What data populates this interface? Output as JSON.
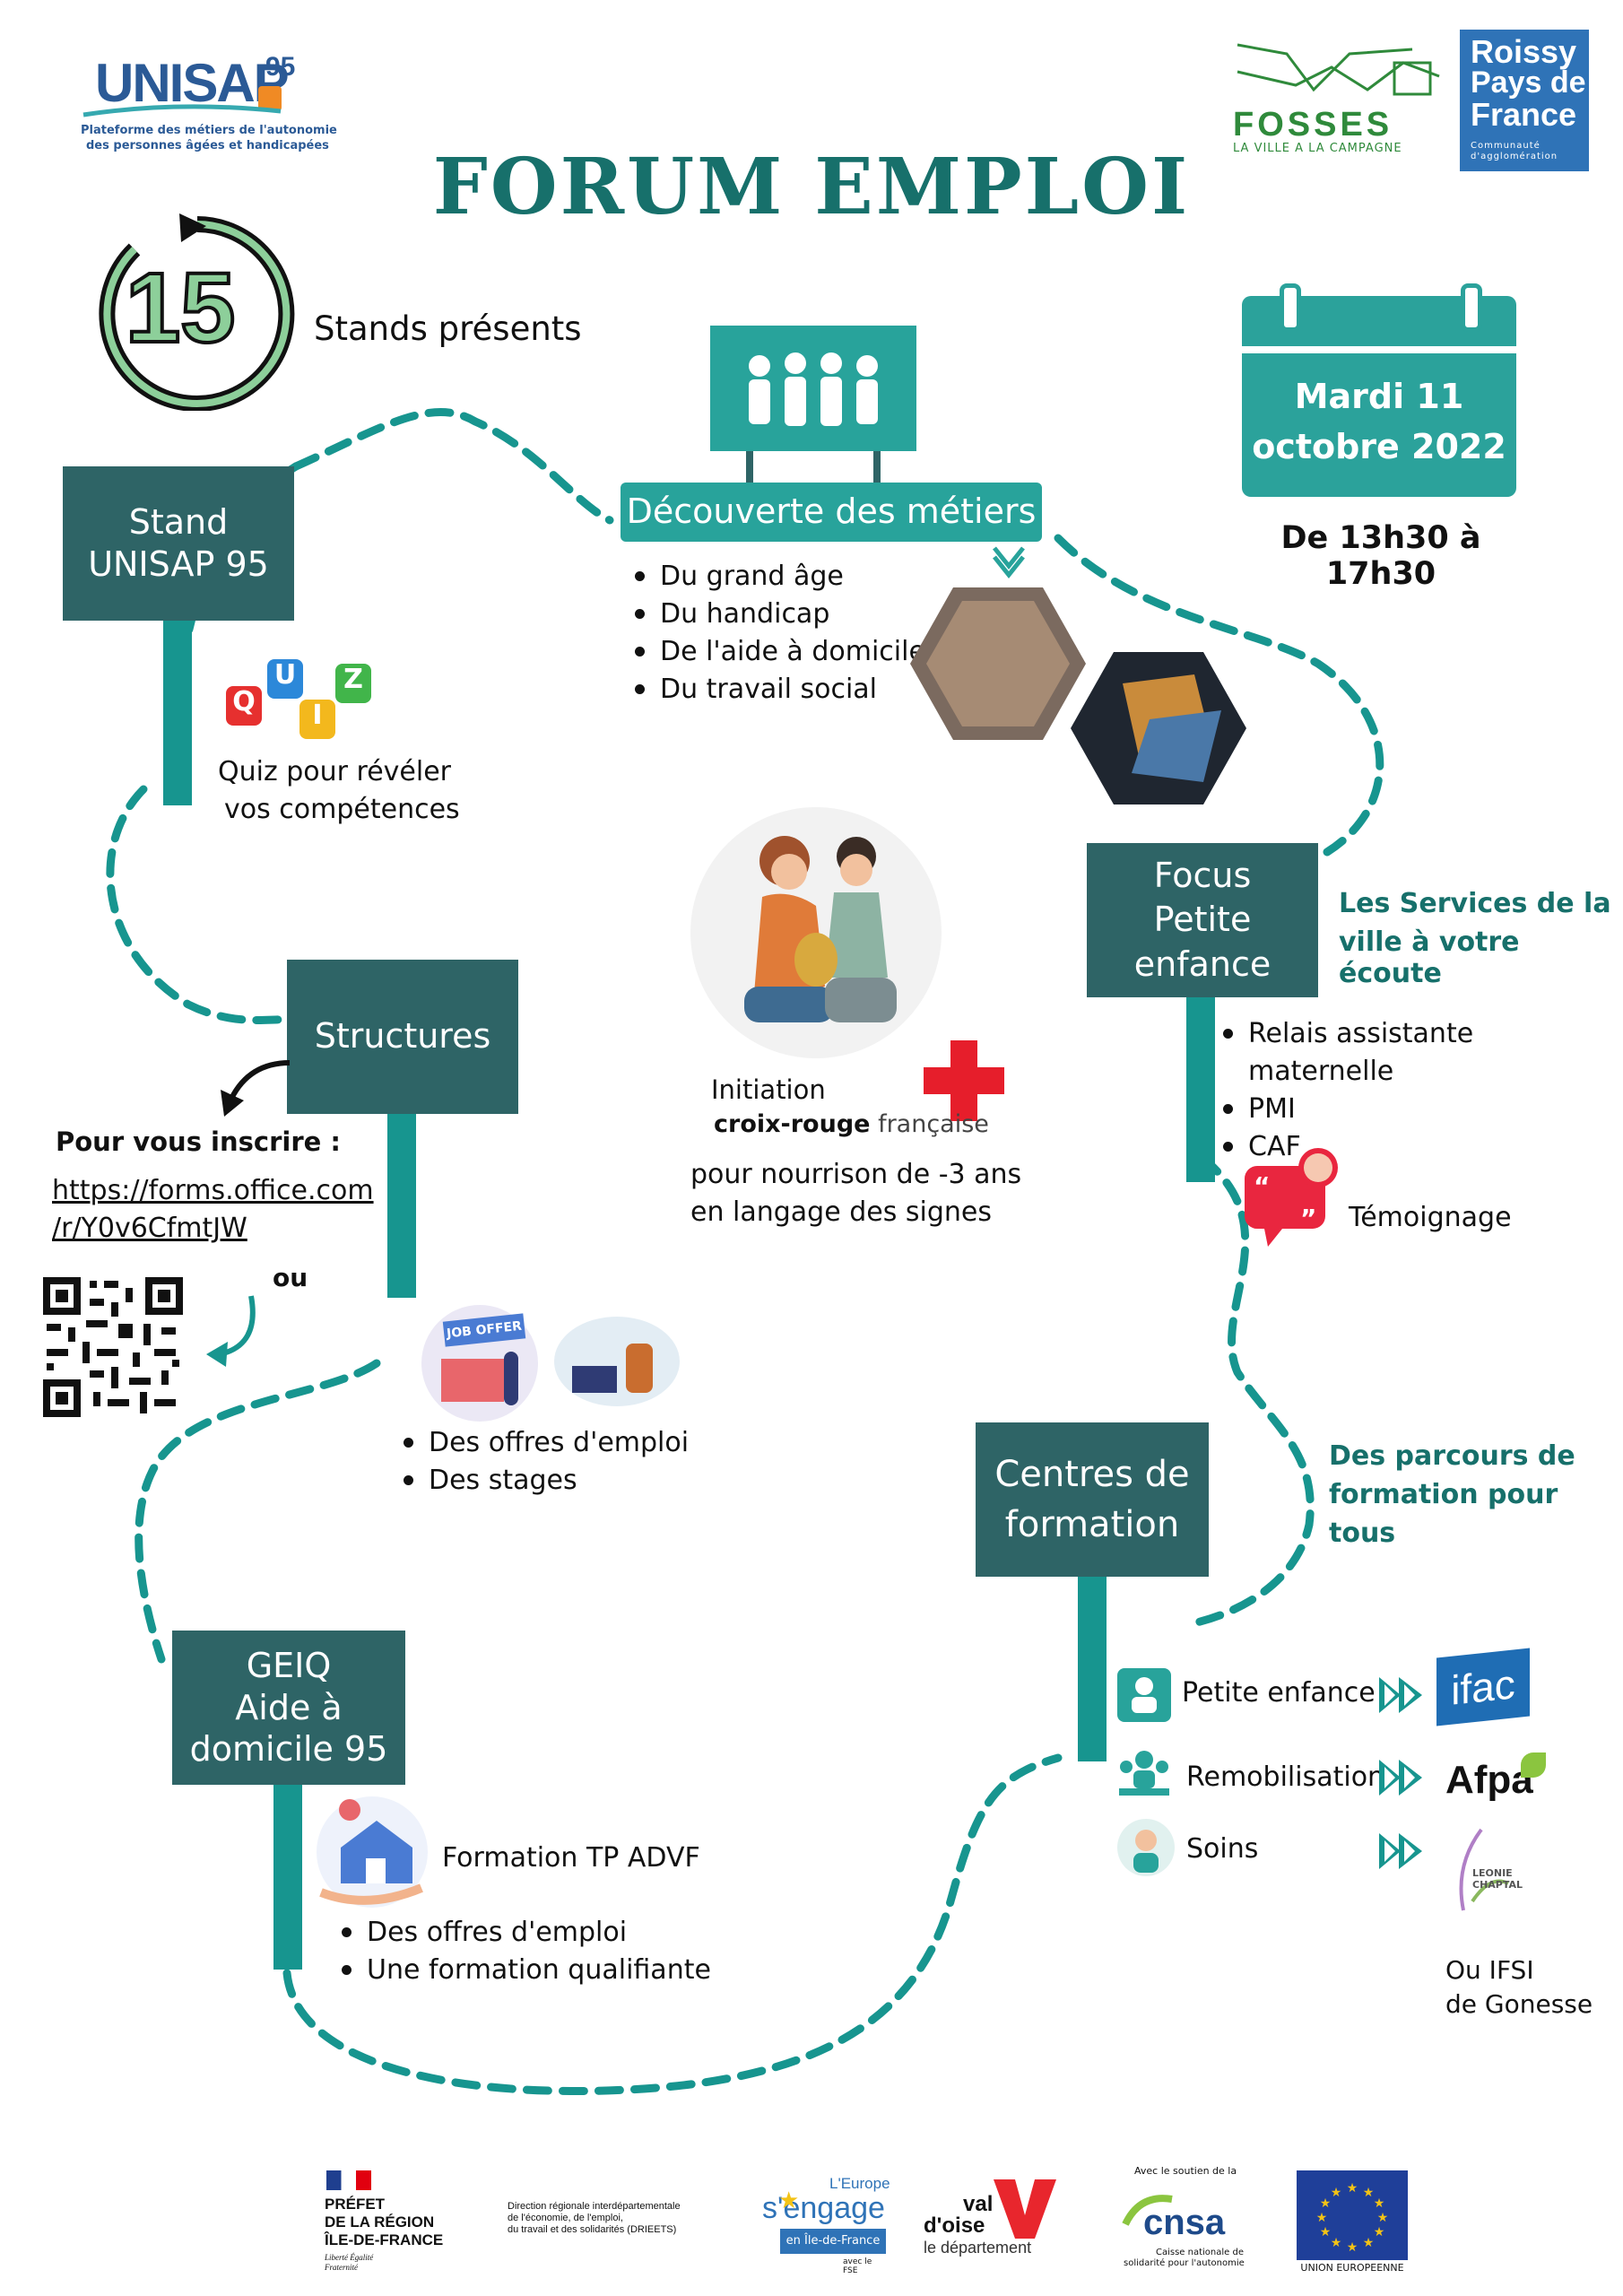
{
  "header": {
    "unisap_logo_text": "UNISAP",
    "unisap_logo_num": "95",
    "unisap_subtitle_1": "Plateforme des métiers de l'autonomie",
    "unisap_subtitle_2": "des personnes âgées et handicapées",
    "fosses_name": "FOSSES",
    "fosses_tagline": "LA VILLE A LA CAMPAGNE",
    "roissy_line1": "Roissy",
    "roissy_line2": "Pays de",
    "roissy_line3": "France",
    "roissy_sub": "Communauté d'agglomération",
    "title": "FORUM EMPLOI"
  },
  "stands": {
    "count": "15",
    "label": "Stands présents"
  },
  "date": {
    "line1": "Mardi 11",
    "line2": "octobre 2022",
    "hours": "De 13h30 à 17h30"
  },
  "unisap_stand": {
    "title_1": "Stand",
    "title_2": "UNISAP 95",
    "quiz_caption_1": "Quiz  pour révéler",
    "quiz_caption_2": "vos compétences",
    "quiz_letters": [
      "Q",
      "U",
      "I",
      "Z"
    ]
  },
  "decouverte": {
    "title": "Découverte des métiers",
    "items": [
      "Du grand âge",
      "Du handicap",
      "De l'aide à domicile",
      "Du travail social"
    ]
  },
  "focus": {
    "title_1": "Focus",
    "title_2": "Petite",
    "title_3": "enfance",
    "side_1": "Les Services de la",
    "side_2": "ville à votre écoute",
    "items": [
      "Relais assistante maternelle",
      "PMI",
      "CAF"
    ],
    "temoignage": "Témoignage"
  },
  "croix_rouge": {
    "line1": "Initiation",
    "brand_bold": "croix-rouge",
    "brand_light": " française",
    "desc_1": "pour nourrison de -3 ans",
    "desc_2": "en langage des signes"
  },
  "structures": {
    "title": "Structures",
    "inscrire": "Pour vous inscrire :",
    "link_1": "https://forms.office.com",
    "link_2": "/r/Y0v6CfmtJW",
    "ou": "ou",
    "job_offer": "JOB OFFER",
    "items": [
      "Des offres d'emploi",
      "Des stages"
    ]
  },
  "geiq": {
    "title_1": "GEIQ",
    "title_2": "Aide à",
    "title_3": "domicile 95",
    "formation": "Formation TP ADVF",
    "items": [
      "Des offres d'emploi",
      "Une formation qualifiante"
    ]
  },
  "centres": {
    "title_1": "Centres de",
    "title_2": "formation",
    "side_1": "Des parcours de",
    "side_2": "formation pour",
    "side_3": "tous",
    "rows": [
      {
        "label": "Petite enfance",
        "partner": "ifac"
      },
      {
        "label": "Remobilisation",
        "partner": "Afpa"
      },
      {
        "label": "Soins",
        "partner": "LEONIE CHAPTAL"
      }
    ],
    "ifsi_1": "Ou IFSI",
    "ifsi_2": "de Gonesse"
  },
  "footer": {
    "prefet_1": "PRÉFET",
    "prefet_2": "DE LA RÉGION",
    "prefet_3": "ÎLE-DE-FRANCE",
    "prefet_motto": "Liberté Égalité Fraternité",
    "drieets_1": "Direction régionale interdépartementale",
    "drieets_2": "de l'économie, de l'emploi,",
    "drieets_3": "du travail et des solidarités (DRIEETS)",
    "europe_1": "L'Europe",
    "europe_2": "s'engage",
    "europe_3": "en Île-de-France",
    "europe_4": "avec le FSE",
    "valdoise_1": "val",
    "valdoise_2": "d'oise",
    "valdoise_3": "le département",
    "cnsa_top": "Avec le soutien de la",
    "cnsa": "cnsa",
    "cnsa_1": "Caisse nationale de",
    "cnsa_2": "solidarité pour l'autonomie",
    "ue": "UNION EUROPEENNE"
  }
}
